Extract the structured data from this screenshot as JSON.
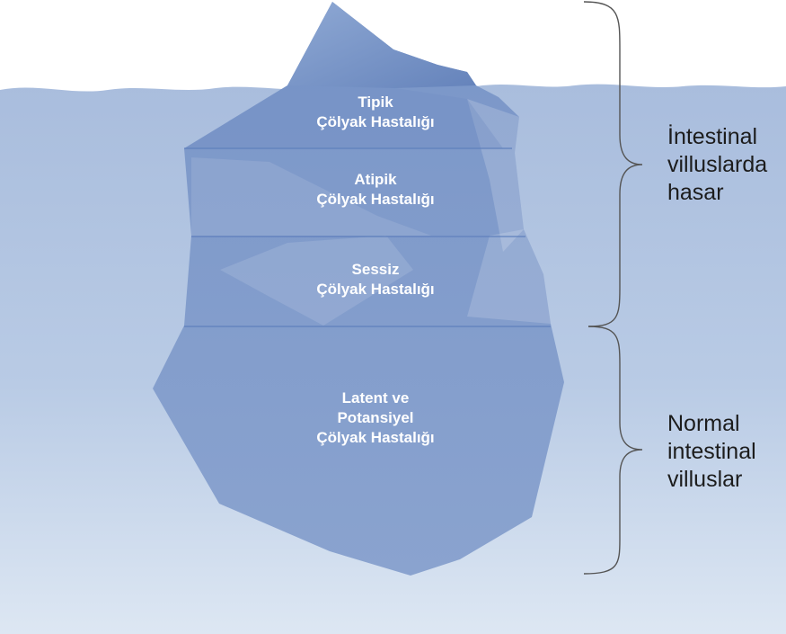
{
  "layers": [
    {
      "line1": "Tipik",
      "line2": "Çölyak Hastalığı"
    },
    {
      "line1": "Atipik",
      "line2": "Çölyak Hastalığı"
    },
    {
      "line1": "Sessiz",
      "line2": "Çölyak Hastalığı"
    },
    {
      "line1": "Latent ve",
      "line2": "Potansiyel",
      "line3": "Çölyak Hastalığı"
    }
  ],
  "groups": [
    {
      "line1": "İntestinal",
      "line2": "villuslarda",
      "line3": "hasar"
    },
    {
      "line1": "Normal",
      "line2": "intestinal",
      "line3": "villuslar"
    }
  ],
  "colors": {
    "water_top": "#a8bcdc",
    "water_bottom": "#dce6f2",
    "iceberg": "#7f9bcb",
    "iceberg_dark": "#6a87bd",
    "divider": "#5f80bd",
    "brace": "#555555"
  }
}
